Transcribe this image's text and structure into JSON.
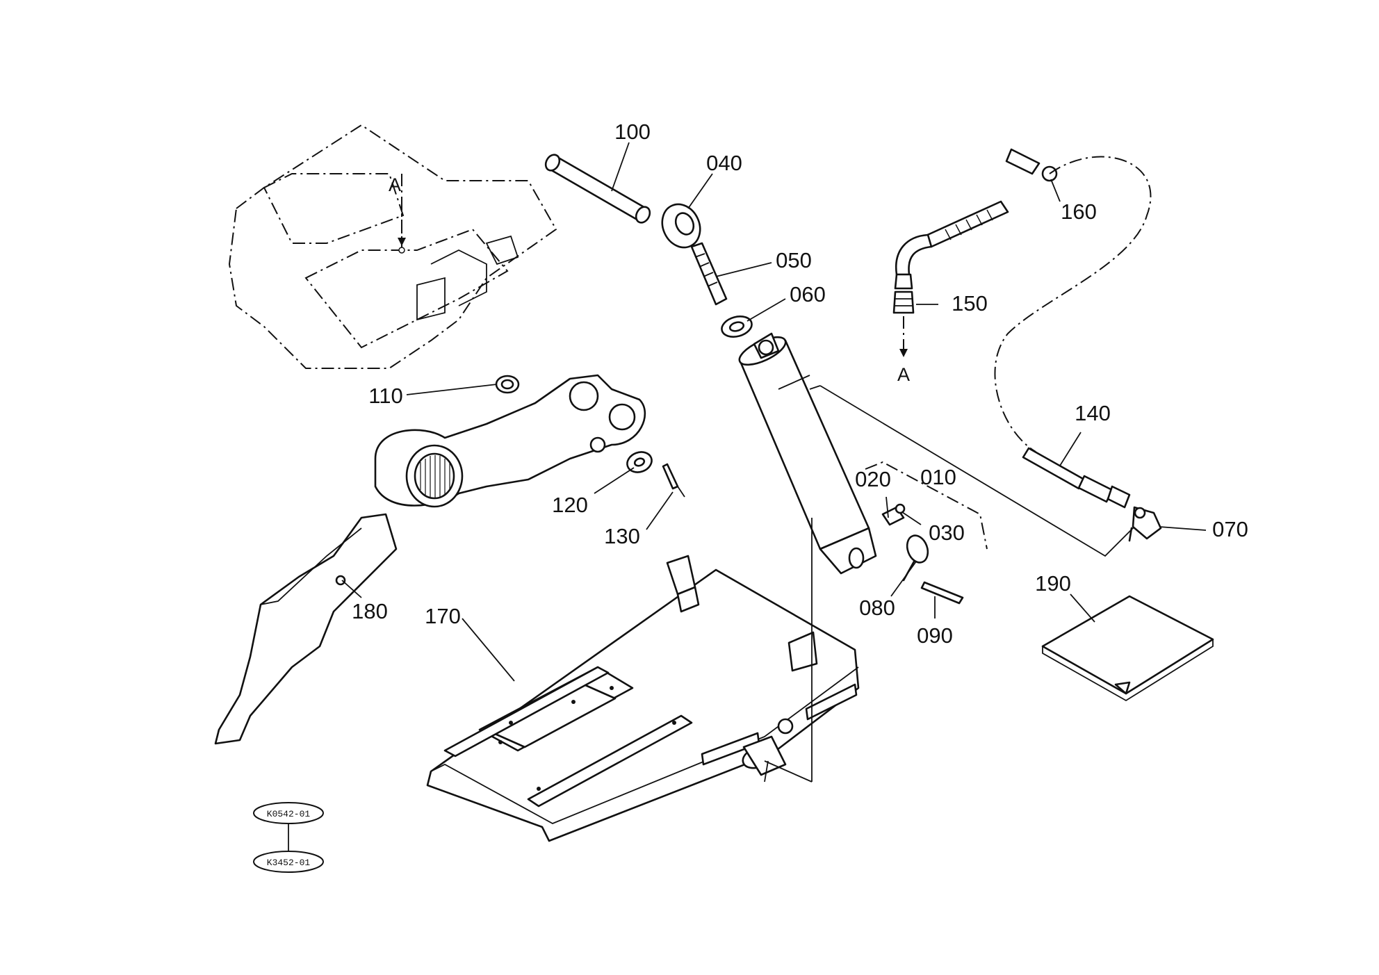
{
  "diagram": {
    "callouts": {
      "p100": "100",
      "p040": "040",
      "p050": "050",
      "p060": "060",
      "p110": "110",
      "p120": "120",
      "p130": "130",
      "p010": "010",
      "p020": "020",
      "p030": "030",
      "p080": "080",
      "p090": "090",
      "p140": "140",
      "p150": "150",
      "p160": "160",
      "p070": "070",
      "p170": "170",
      "p180": "180",
      "p190": "190"
    },
    "connection_marker": "A",
    "reference_codes": [
      "K0542-01",
      "K3452-01"
    ]
  },
  "colors": {
    "ink": "#111111",
    "paper": "#ffffff"
  }
}
